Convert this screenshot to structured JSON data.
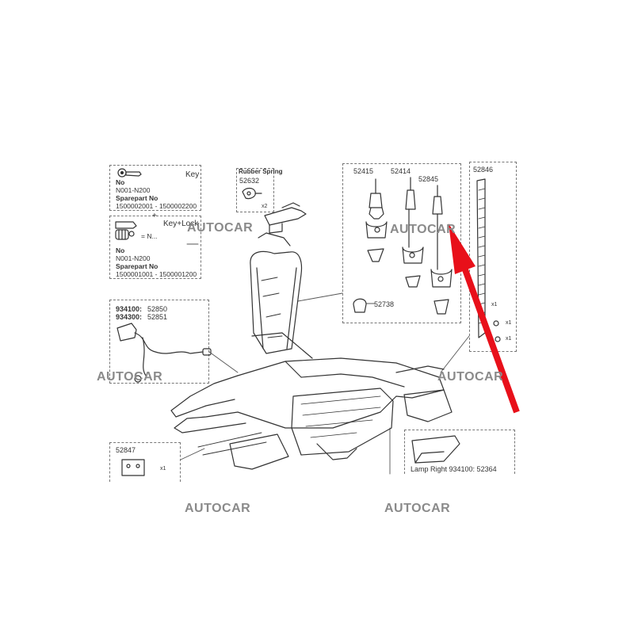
{
  "key_box": {
    "title": "Key",
    "no_label": "No",
    "no_value": "N001-N200",
    "sparepart_label": "Sparepart No",
    "sparepart_value": "1500002001 - 1500002200"
  },
  "keylock_box": {
    "title": "Key+Lock",
    "eq_text": "= N...",
    "plus": "+",
    "no_label": "No",
    "no_value": "N001-N200",
    "sparepart_label": "Sparepart No",
    "sparepart_value": "1500001001 - 1500001200"
  },
  "rubber_spring_box": {
    "title": "Rubber Spring",
    "part": "52632",
    "qty": "x2"
  },
  "wiring_box": {
    "line1_prefix": "934100:",
    "line1_part": "52850",
    "line2_prefix": "934300:",
    "line2_part": "52851"
  },
  "holders_box": {
    "parts": [
      "52415",
      "52414",
      "52845"
    ],
    "pad_part": "52738"
  },
  "strap_box": {
    "part": "52846",
    "qty1": "x1",
    "qty2": "x1",
    "qty3": "x1"
  },
  "lower_left_box": {
    "part": "52847",
    "qty": "x1"
  },
  "lamp_box": {
    "label": "Lamp Right 934100: 52364"
  },
  "watermarks": [
    "AUTOCAR",
    "AUTOCAR",
    "AUTOCAR",
    "AUTOCAR",
    "AUTOCAR"
  ],
  "colors": {
    "arrow": "#e8101a",
    "lines": "#333333",
    "watermark": "#8a8a8a"
  }
}
